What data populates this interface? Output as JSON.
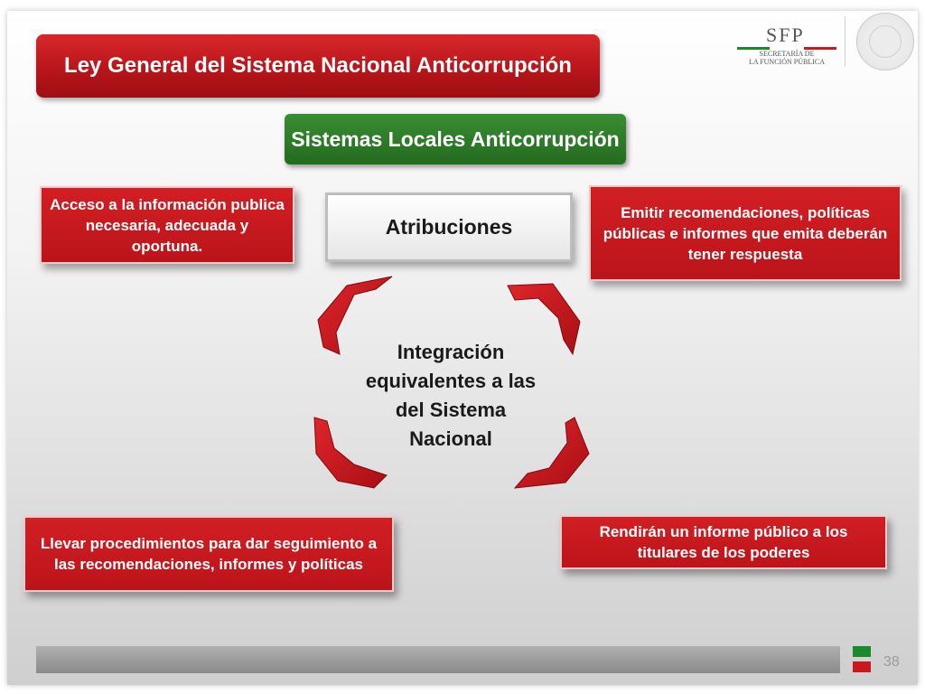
{
  "title": "Ley General del Sistema Nacional Anticorrupción",
  "subtitle": "Sistemas Locales Anticorrupción",
  "attributes_label": "Atribuciones",
  "center_text": "Integración equivalentes a las del Sistema Nacional",
  "cards": {
    "top_left": "Acceso a la información publica necesaria, adecuada y oportuna.",
    "top_right": "Emitir recomendaciones, políticas públicas e informes que emita deberán tener respuesta",
    "bottom_left": "Llevar procedimientos para dar seguimiento a las recomendaciones, informes y políticas",
    "bottom_right": "Rendirán un informe público a los titulares de los poderes"
  },
  "logo": {
    "name": "SFP",
    "subtitle_line1": "SECRETARÍA DE",
    "subtitle_line2": "LA FUNCIÓN PÚBLICA"
  },
  "page_number": "38",
  "colors": {
    "red": "#c0161c",
    "green": "#2a7a25",
    "flag_green": "#1a8a2c",
    "flag_red": "#c81a1e"
  }
}
